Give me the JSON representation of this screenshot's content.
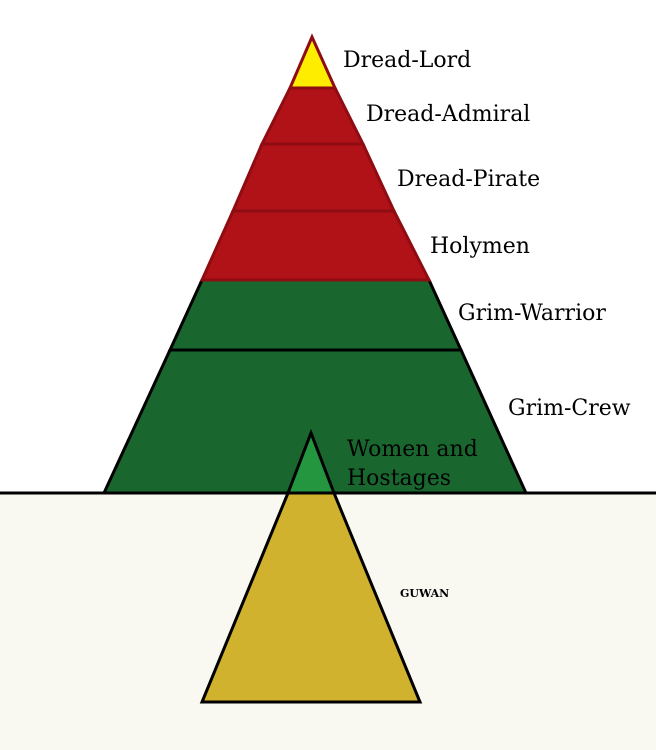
{
  "colors": {
    "ground": "#f9f8f1",
    "lord": "#ffed00",
    "red": "#b01218",
    "green": "#19672f",
    "bright_green": "#23963f",
    "gold": "#d0b22f",
    "outline": "#000000",
    "red_outline": "#8e0c12"
  },
  "tiers": {
    "dread_lord": "Dread-Lord",
    "dread_admiral": "Dread-Admiral",
    "dread_pirate": "Dread-Pirate",
    "holymen": "Holymen",
    "grim_warrior": "Grim-Warrior",
    "grim_crew": "Grim-Crew",
    "women_line1": "Women and",
    "women_line2": "Hostages",
    "guwan": "GUWAN"
  }
}
